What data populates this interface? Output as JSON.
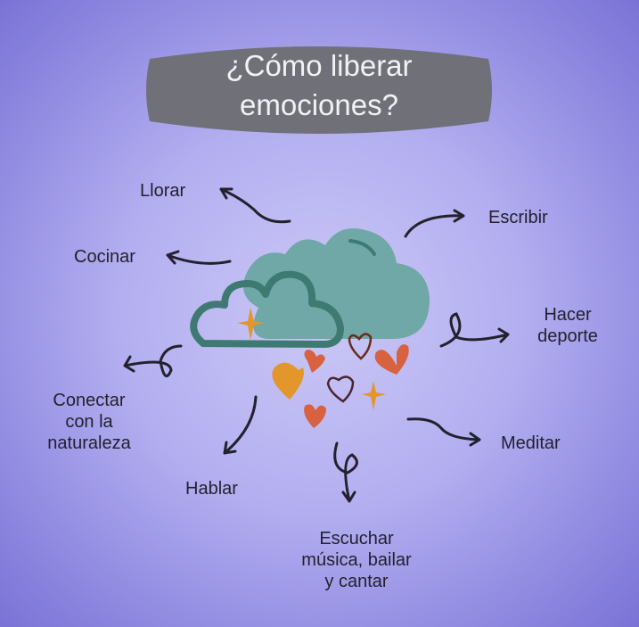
{
  "title": {
    "line1": "¿Cómo liberar",
    "line2": "emociones?"
  },
  "activities": {
    "llorar": "Llorar",
    "escribir": "Escribir",
    "cocinar": "Cocinar",
    "hacer_deporte": {
      "line1": "Hacer",
      "line2": "deporte"
    },
    "conectar": {
      "line1": "Conectar",
      "line2": "con la",
      "line3": "naturaleza"
    },
    "meditar": "Meditar",
    "hablar": "Hablar",
    "escuchar": {
      "line1": "Escuchar",
      "line2": "música, bailar",
      "line3": "y cantar"
    }
  },
  "colors": {
    "cloud": "#6fa8a6",
    "cloud_outline": "#3f7a72",
    "heart_red": "#d8613f",
    "heart_orange": "#e2962c",
    "banner": "#707079"
  }
}
